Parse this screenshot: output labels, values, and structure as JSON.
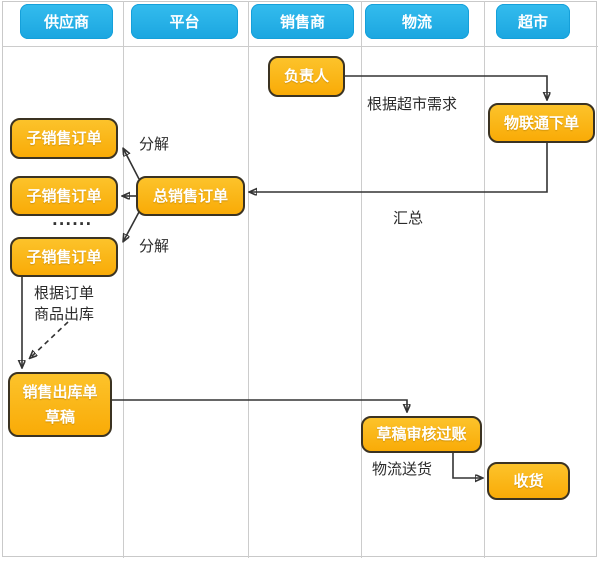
{
  "diagram": {
    "type": "swimlane-flowchart",
    "lanes": [
      {
        "label": "供应商"
      },
      {
        "label": "平台"
      },
      {
        "label": "销售商"
      },
      {
        "label": "物流"
      },
      {
        "label": "超市"
      }
    ],
    "nodes": {
      "owner": {
        "label": "负责人",
        "lane": "销售商"
      },
      "iot_order": {
        "label": "物联通下单",
        "lane": "超市"
      },
      "sub_order_1": {
        "label": "子销售订单",
        "lane": "供应商"
      },
      "total_order": {
        "label": "总销售订单",
        "lane": "平台"
      },
      "sub_order_2": {
        "label": "子销售订单",
        "lane": "供应商"
      },
      "sub_order_3": {
        "label": "子销售订单",
        "lane": "供应商"
      },
      "outbound_draft": {
        "label": "销售出库单\n草稿",
        "lane": "供应商"
      },
      "draft_posting": {
        "label": "草稿审核过账",
        "lane": "物流"
      },
      "receive": {
        "label": "收货",
        "lane": "超市"
      }
    },
    "annotations": {
      "demand": "根据超市需求",
      "decompose_top": "分解",
      "summarize": "汇总",
      "ellipsis": "......",
      "decompose_bottom": "分解",
      "per_order": "根据订单\n商品出库",
      "delivery": "物流送货"
    },
    "colors": {
      "lane_header": "#29b3e8",
      "node_fill": "#fbb216",
      "node_border": "#3b3322",
      "node_text": "#ffffff",
      "connector": "#333333",
      "grid_line": "#cccccc",
      "background": "#ffffff"
    }
  }
}
